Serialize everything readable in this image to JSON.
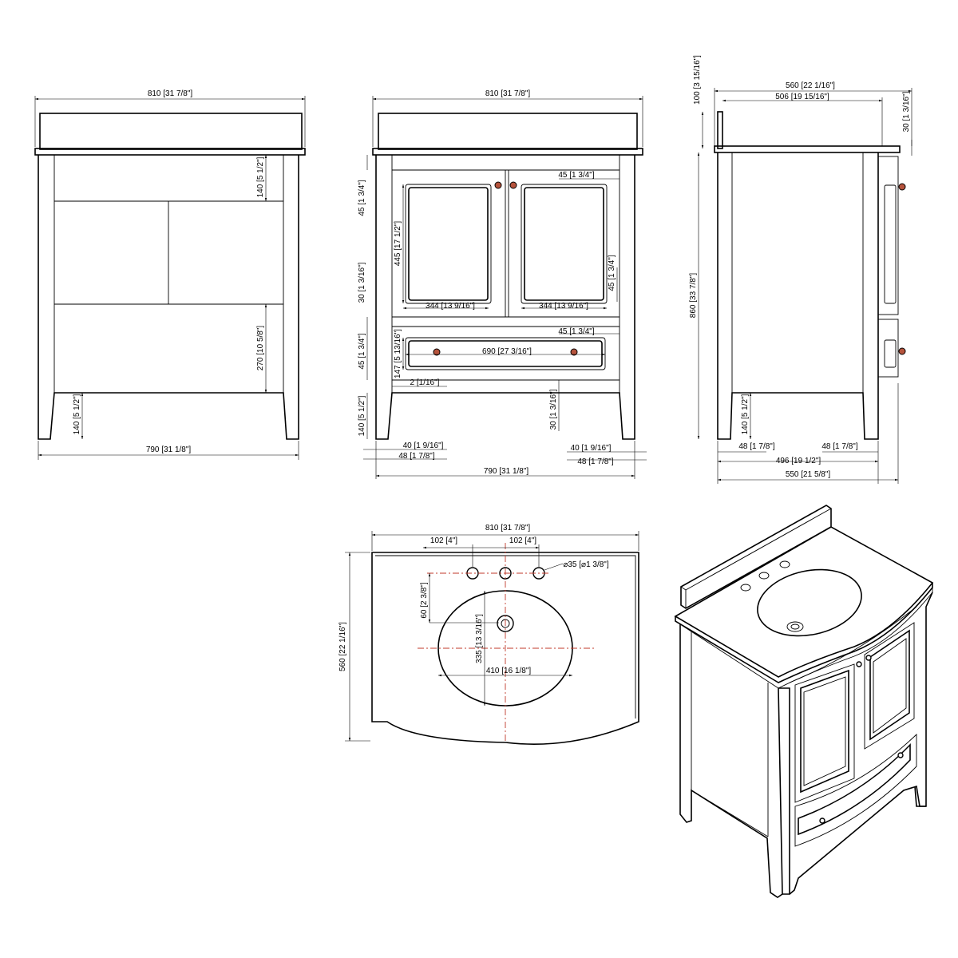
{
  "drawing": {
    "front_plain": {
      "labels": [
        "810 [31 7/8\"]",
        "140 [5 1/2\"]",
        "270 [10 5/8\"]",
        "140 [5 1/2\"]",
        "790 [31 1/8\"]"
      ]
    },
    "front_doors": {
      "labels": [
        "810 [31 7/8\"]",
        "45 [1 3/4\"]",
        "445 [17 1/2\"]",
        "30 [1 3/16\"]",
        "45 [1 3/4\"]",
        "344 [13 9/16\"]",
        "344 [13 9/16\"]",
        "45 [1 3/4\"]",
        "45 [1 3/4\"]",
        "147 [5 13/16\"]",
        "690 [27 3/16\"]",
        "45 [1 3/4\"]",
        "2 [1/16\"]",
        "30 [1 3/16\"]",
        "140 [5 1/2\"]",
        "40 [1 9/16\"]",
        "40 [1 9/16\"]",
        "48 [1 7/8\"]",
        "48 [1 7/8\"]",
        "790 [31 1/8\"]"
      ]
    },
    "side": {
      "labels": [
        "100 [3 15/16\"]",
        "560 [22 1/16\"]",
        "506 [19 15/16\"]",
        "30 [1 3/16\"]",
        "860 [33 7/8\"]",
        "140 [5 1/2\"]",
        "48 [1 7/8\"]",
        "48 [1 7/8\"]",
        "496 [19 1/2\"]",
        "550 [21 5/8\"]"
      ]
    },
    "top": {
      "labels": [
        "810 [31 7/8\"]",
        "102 [4\"]",
        "102 [4\"]",
        "⌀35 [⌀1 3/8\"]",
        "60 [2 3/8\"]",
        "560 [22 1/16\"]",
        "335 [13 3/16\"]",
        "410 [16 1/8\"]"
      ]
    }
  }
}
